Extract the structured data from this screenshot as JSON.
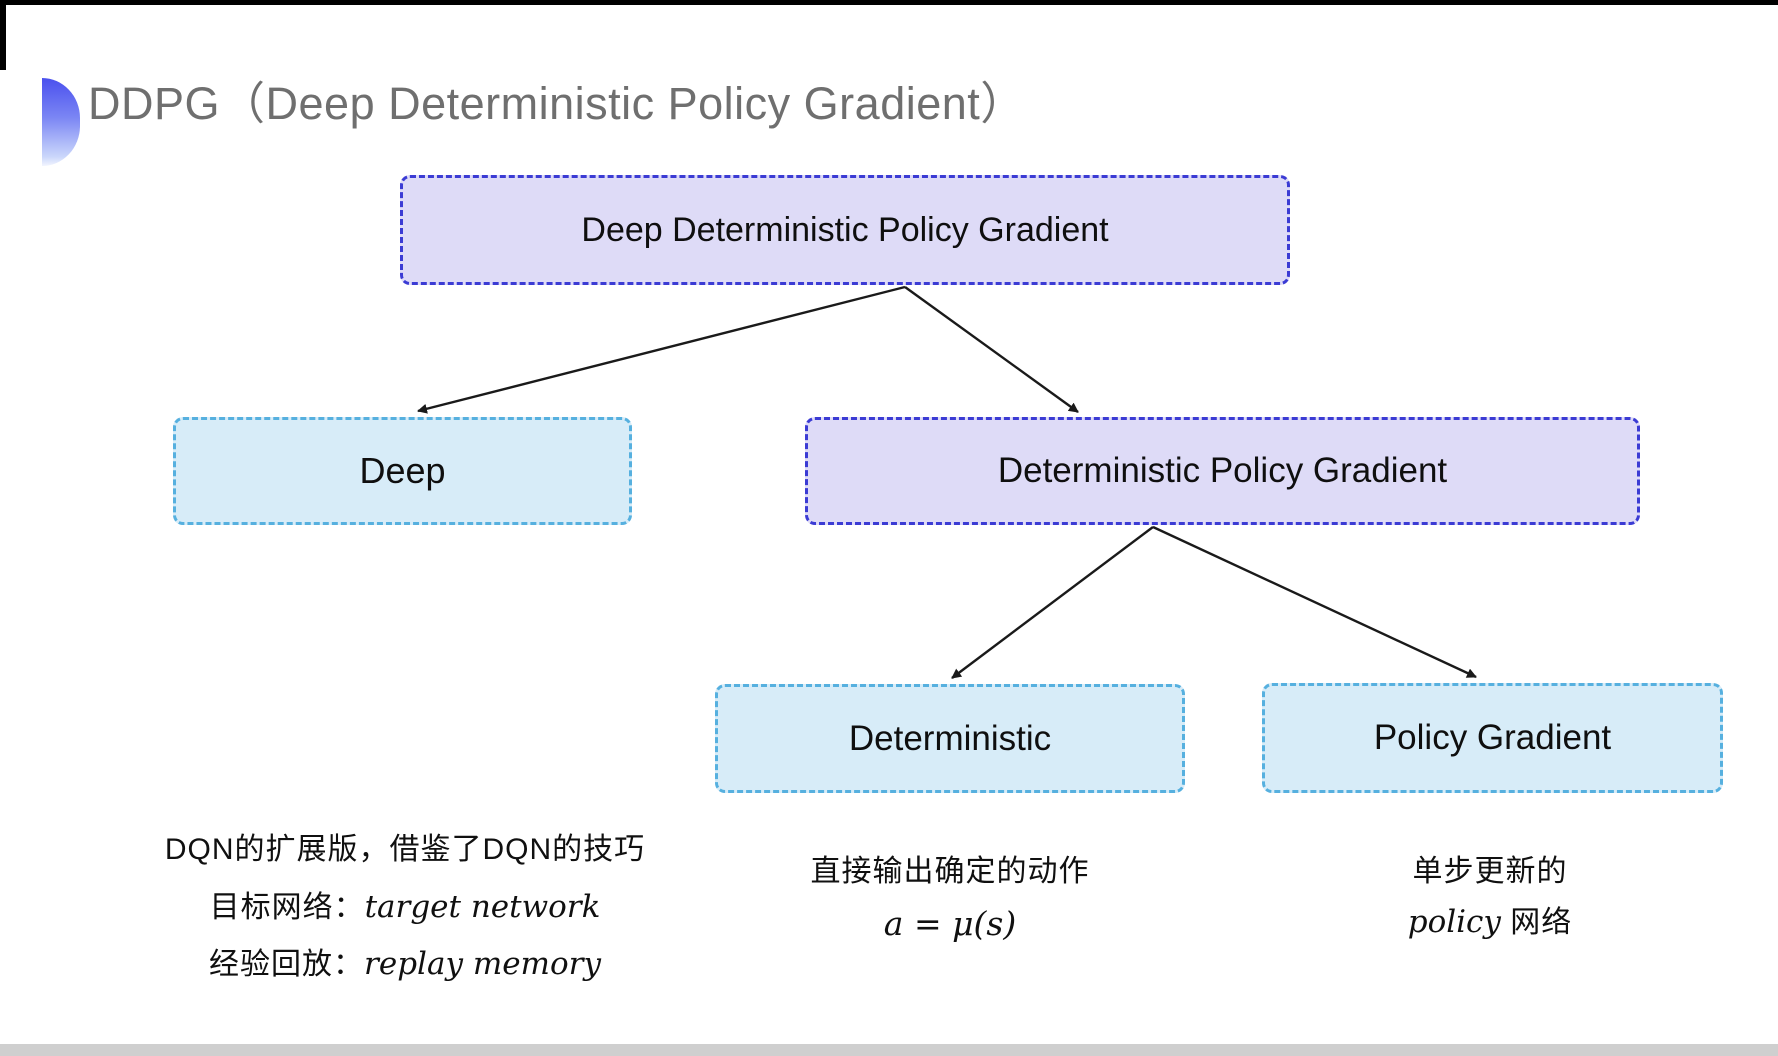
{
  "title": {
    "text": "DDPG（Deep Deterministic Policy Gradient）"
  },
  "tree": {
    "root_label": "Deep Deterministic Policy Gradient",
    "deep_label": "Deep",
    "dpg_label": "Deterministic Policy Gradient",
    "deterministic_label": "Deterministic",
    "policy_gradient_label": "Policy Gradient"
  },
  "notes": {
    "deep_line1": "DQN的扩展版，借鉴了DQN的技巧",
    "deep_line2_label": "目标网络：",
    "deep_line2_term": "target network",
    "deep_line3_label": "经验回放：",
    "deep_line3_term": "replay memory",
    "det_line1": "直接输出确定的动作",
    "det_line2": "a = μ(s)",
    "pg_line1": "单步更新的",
    "pg_line2_term": "policy",
    "pg_line2_rest": " 网络"
  },
  "colors": {
    "lavender-fill": "#dedbf7",
    "lavender-border": "#3b3bd4",
    "cyan-fill": "#d7ecf8",
    "cyan-border": "#56b0df",
    "title-gray": "#6f6f6f",
    "node-text": "#0f0f0f",
    "arrow": "#1a1a1a",
    "bullet-top": "#4a50ee",
    "bullet-bottom": "#ccd8fb",
    "bottom-strip": "#cfcfcf"
  }
}
